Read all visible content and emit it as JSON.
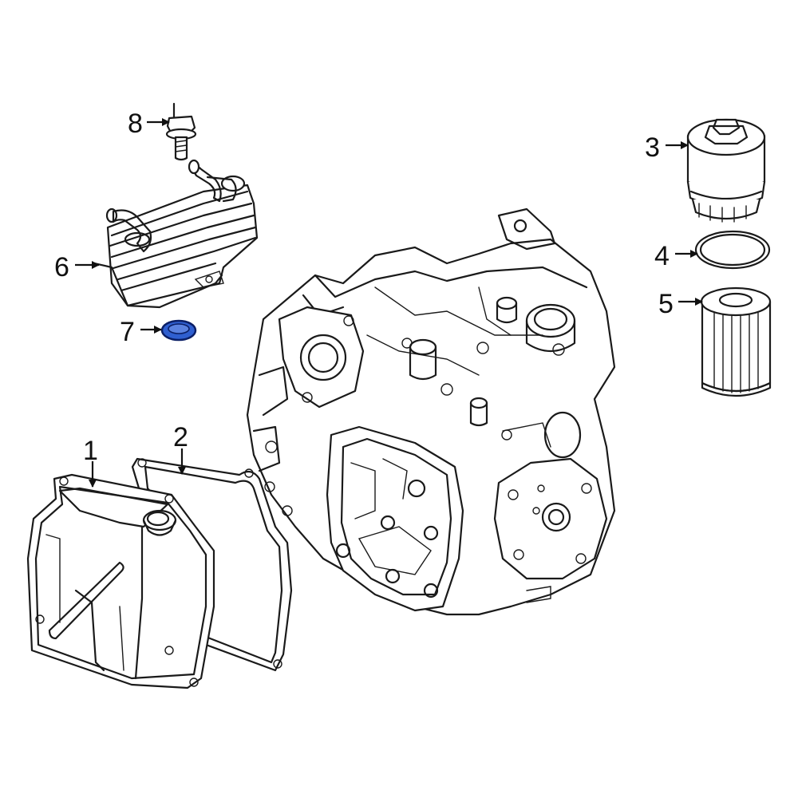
{
  "colors": {
    "line": "#1a1a1a",
    "highlight_fill": "#2f5fd0",
    "highlight_stroke": "#0b1f66",
    "background": "#ffffff"
  },
  "callouts": [
    {
      "id": "1",
      "label": "1",
      "part": "oil-pan"
    },
    {
      "id": "2",
      "label": "2",
      "part": "pan-gasket"
    },
    {
      "id": "3",
      "label": "3",
      "part": "filter-housing-cap"
    },
    {
      "id": "4",
      "label": "4",
      "part": "cap-o-ring"
    },
    {
      "id": "5",
      "label": "5",
      "part": "filter-element"
    },
    {
      "id": "6",
      "label": "6",
      "part": "oil-cooler"
    },
    {
      "id": "7",
      "label": "7",
      "part": "seal-ring",
      "highlighted": true
    },
    {
      "id": "8",
      "label": "8",
      "part": "bolt"
    }
  ]
}
